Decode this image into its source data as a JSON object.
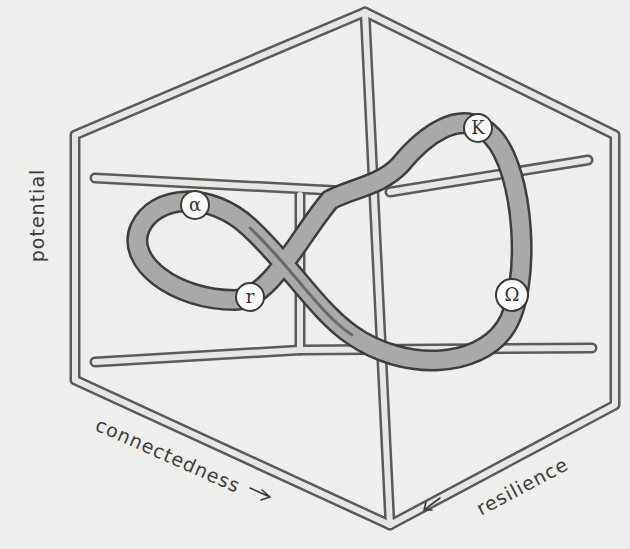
{
  "diagram": {
    "nodes": [
      {
        "text": [
          "K"
        ]
      },
      {
        "text": [
          "α"
        ]
      },
      {
        "text": [
          "r"
        ]
      },
      {
        "text": [
          "Ω"
        ]
      }
    ],
    "labels": [
      "potential",
      "connectedness",
      "resilience"
    ]
  }
}
